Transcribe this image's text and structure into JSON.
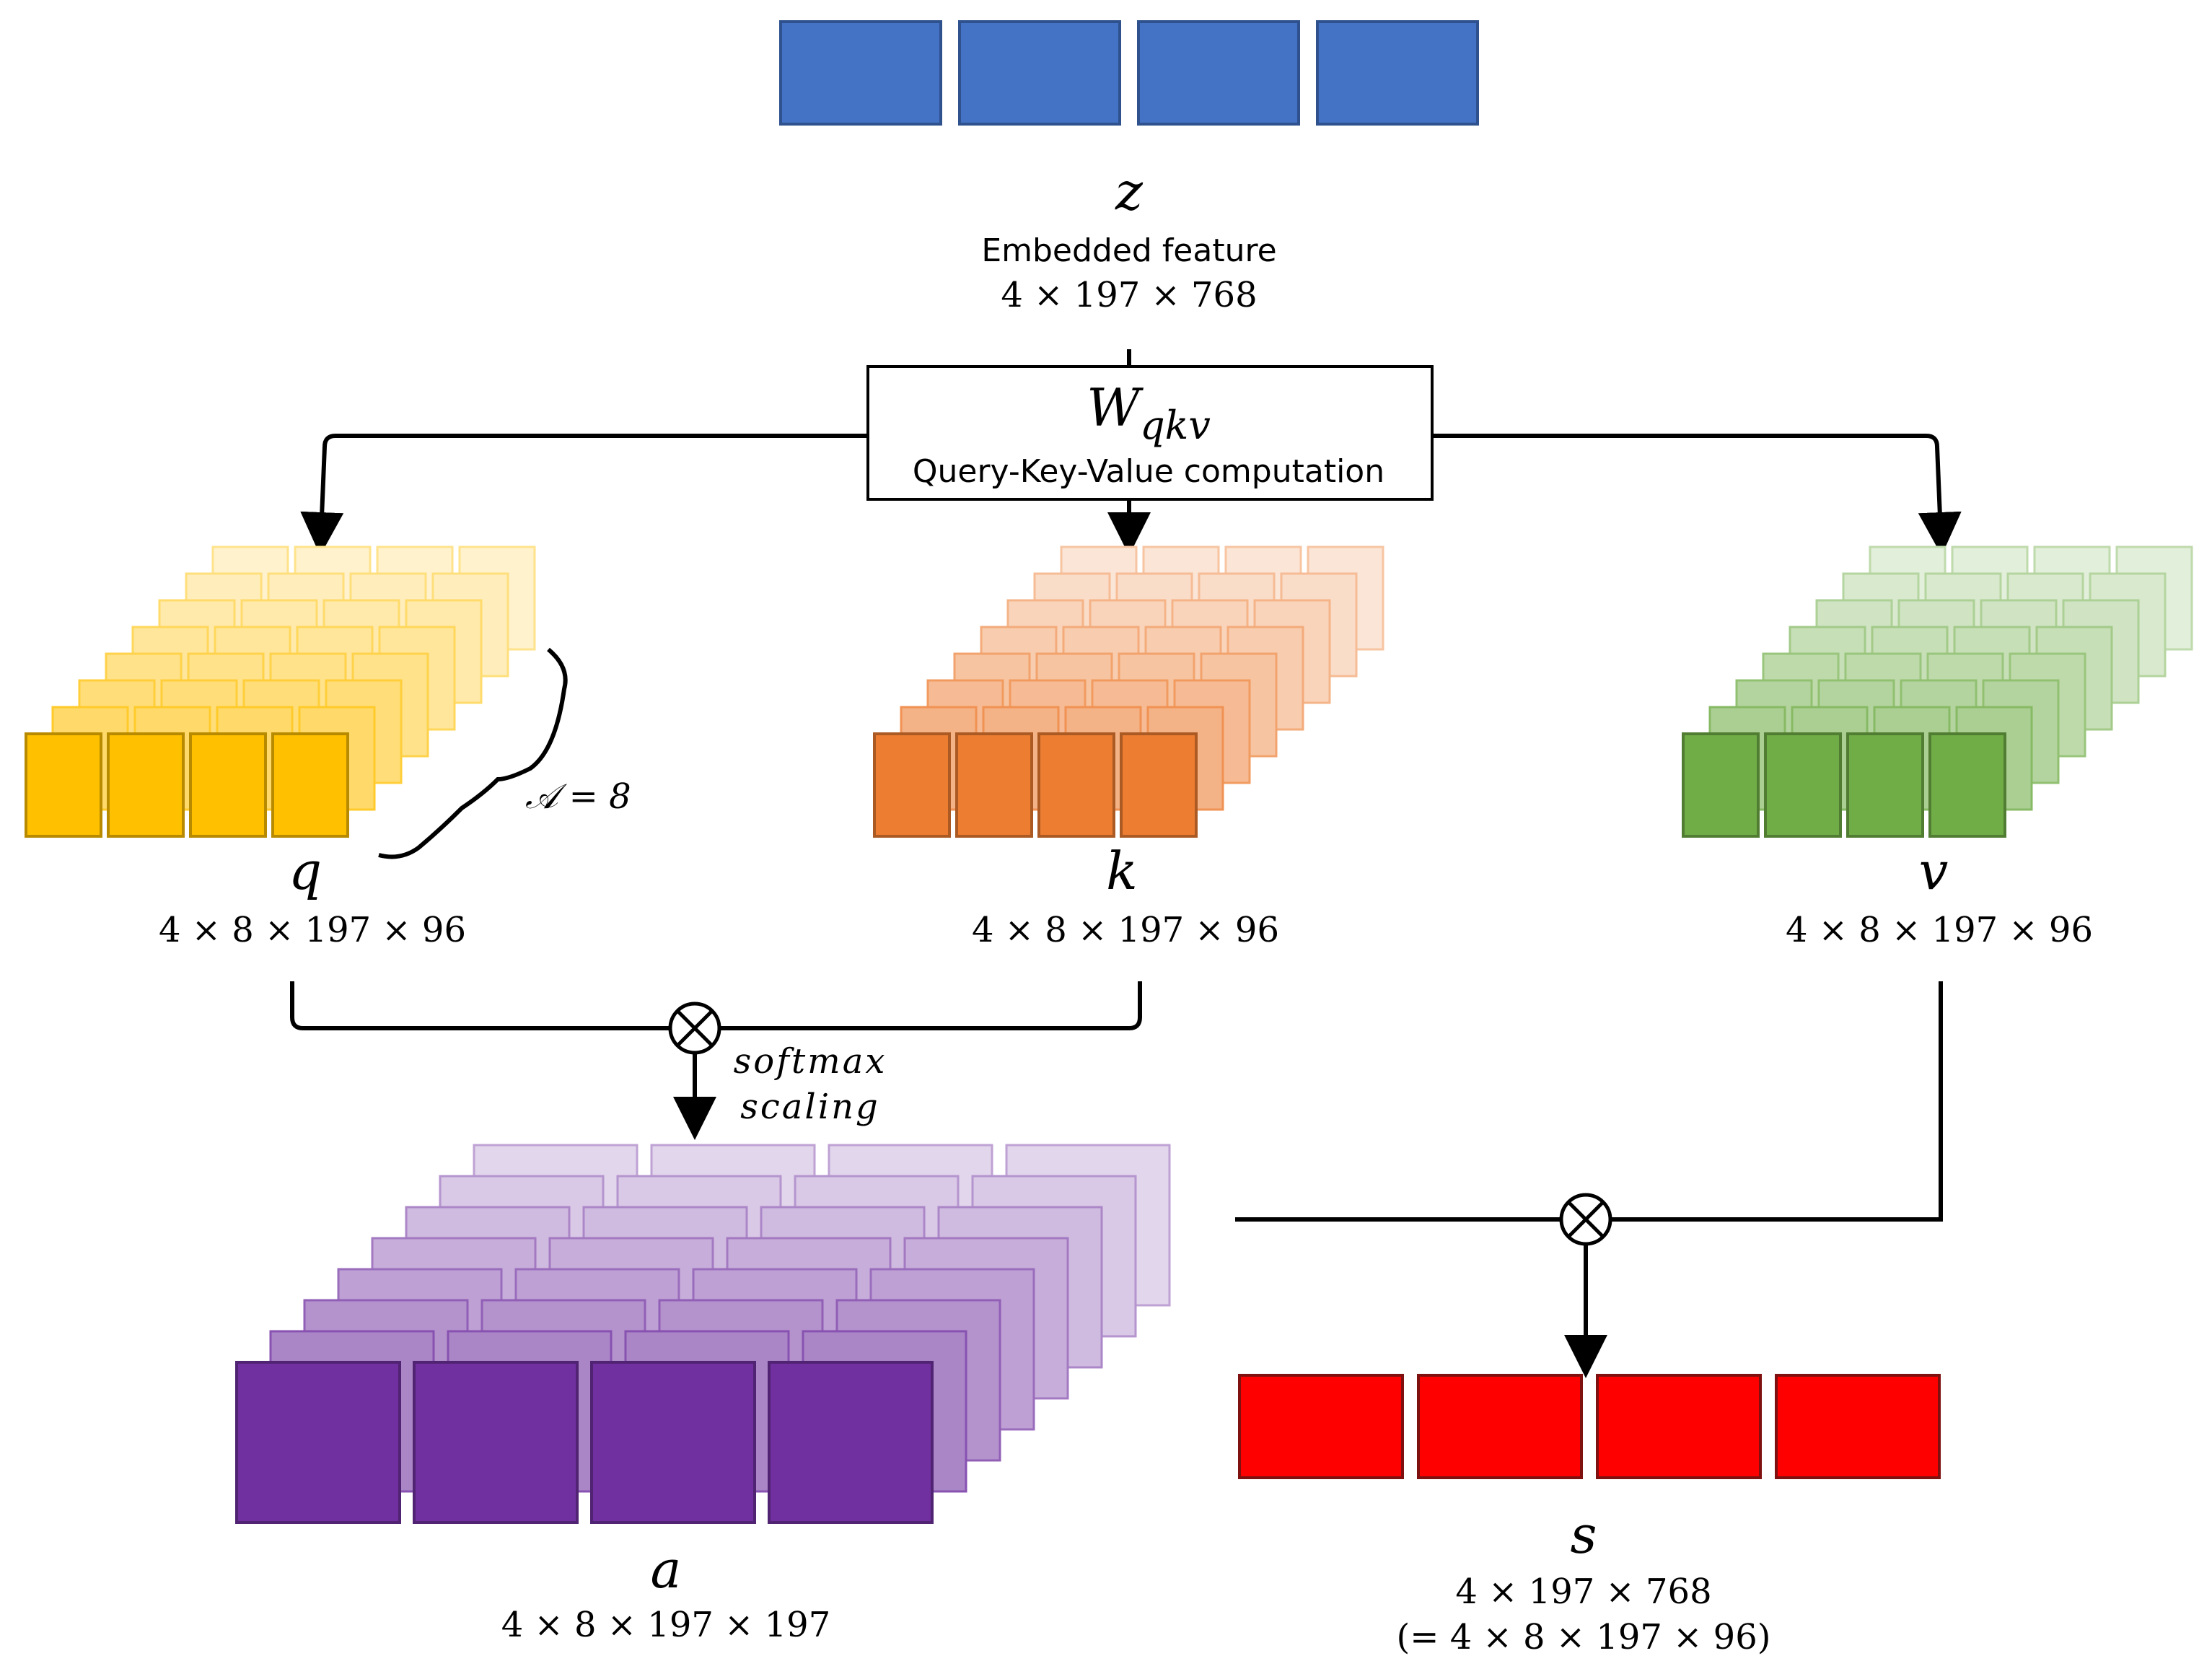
{
  "z": {
    "symbol": "z",
    "caption": "Embedded feature",
    "dims": "4 × 197 × 768",
    "color": "#4472C4"
  },
  "wqkv": {
    "symbol_main": "W",
    "symbol_sub": "qkv",
    "caption": "Query-Key-Value computation"
  },
  "q": {
    "symbol": "q",
    "dims": "4 × 8 × 197 × 96",
    "color": "#FFC000"
  },
  "k": {
    "symbol": "k",
    "dims": "4 × 8 × 197 × 96",
    "color": "#ED7D31"
  },
  "v": {
    "symbol": "v",
    "dims": "4 × 8 × 197 × 96",
    "color": "#70AD47"
  },
  "heads": {
    "label": "𝒜 = 8"
  },
  "ops": {
    "softmax": "softmax",
    "scaling": "scaling"
  },
  "a": {
    "symbol": "a",
    "dims": "4 × 8 × 197 × 197",
    "color": "#7030A0"
  },
  "s": {
    "symbol": "s",
    "dims": "4 × 197 × 768",
    "dims_equiv": "(= 4 × 8 × 197 × 96)",
    "color": "#FF0000"
  }
}
